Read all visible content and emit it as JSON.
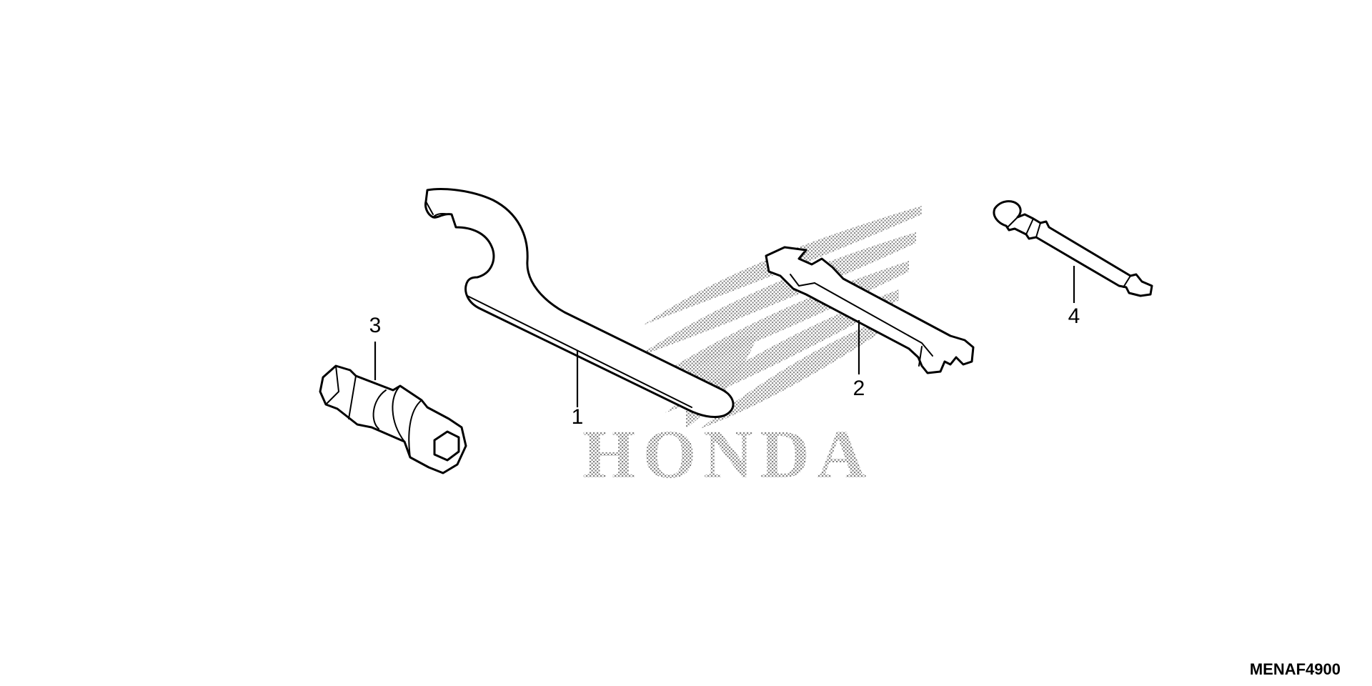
{
  "watermark": {
    "brand_text": "HONDA",
    "color": "#8a8a8a"
  },
  "callouts": [
    {
      "number": "1",
      "part": "hook-spanner-wrench"
    },
    {
      "number": "2",
      "part": "open-end-wrench"
    },
    {
      "number": "3",
      "part": "spark-plug-socket-wrench"
    },
    {
      "number": "4",
      "part": "spoke-screwdriver-tool"
    }
  ],
  "diagram_code": "MENAF4900"
}
